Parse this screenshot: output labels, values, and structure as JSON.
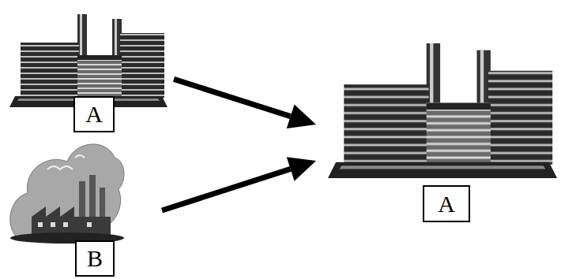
{
  "diagram": {
    "nodes": [
      {
        "text": [
          "A"
        ]
      },
      {
        "text": [
          "B"
        ]
      },
      {
        "text": [
          "A"
        ]
      }
    ],
    "edges": [
      {
        "from": 0,
        "to": 2,
        "arrow": "to"
      },
      {
        "from": 1,
        "to": 2,
        "arrow": "to"
      }
    ]
  }
}
